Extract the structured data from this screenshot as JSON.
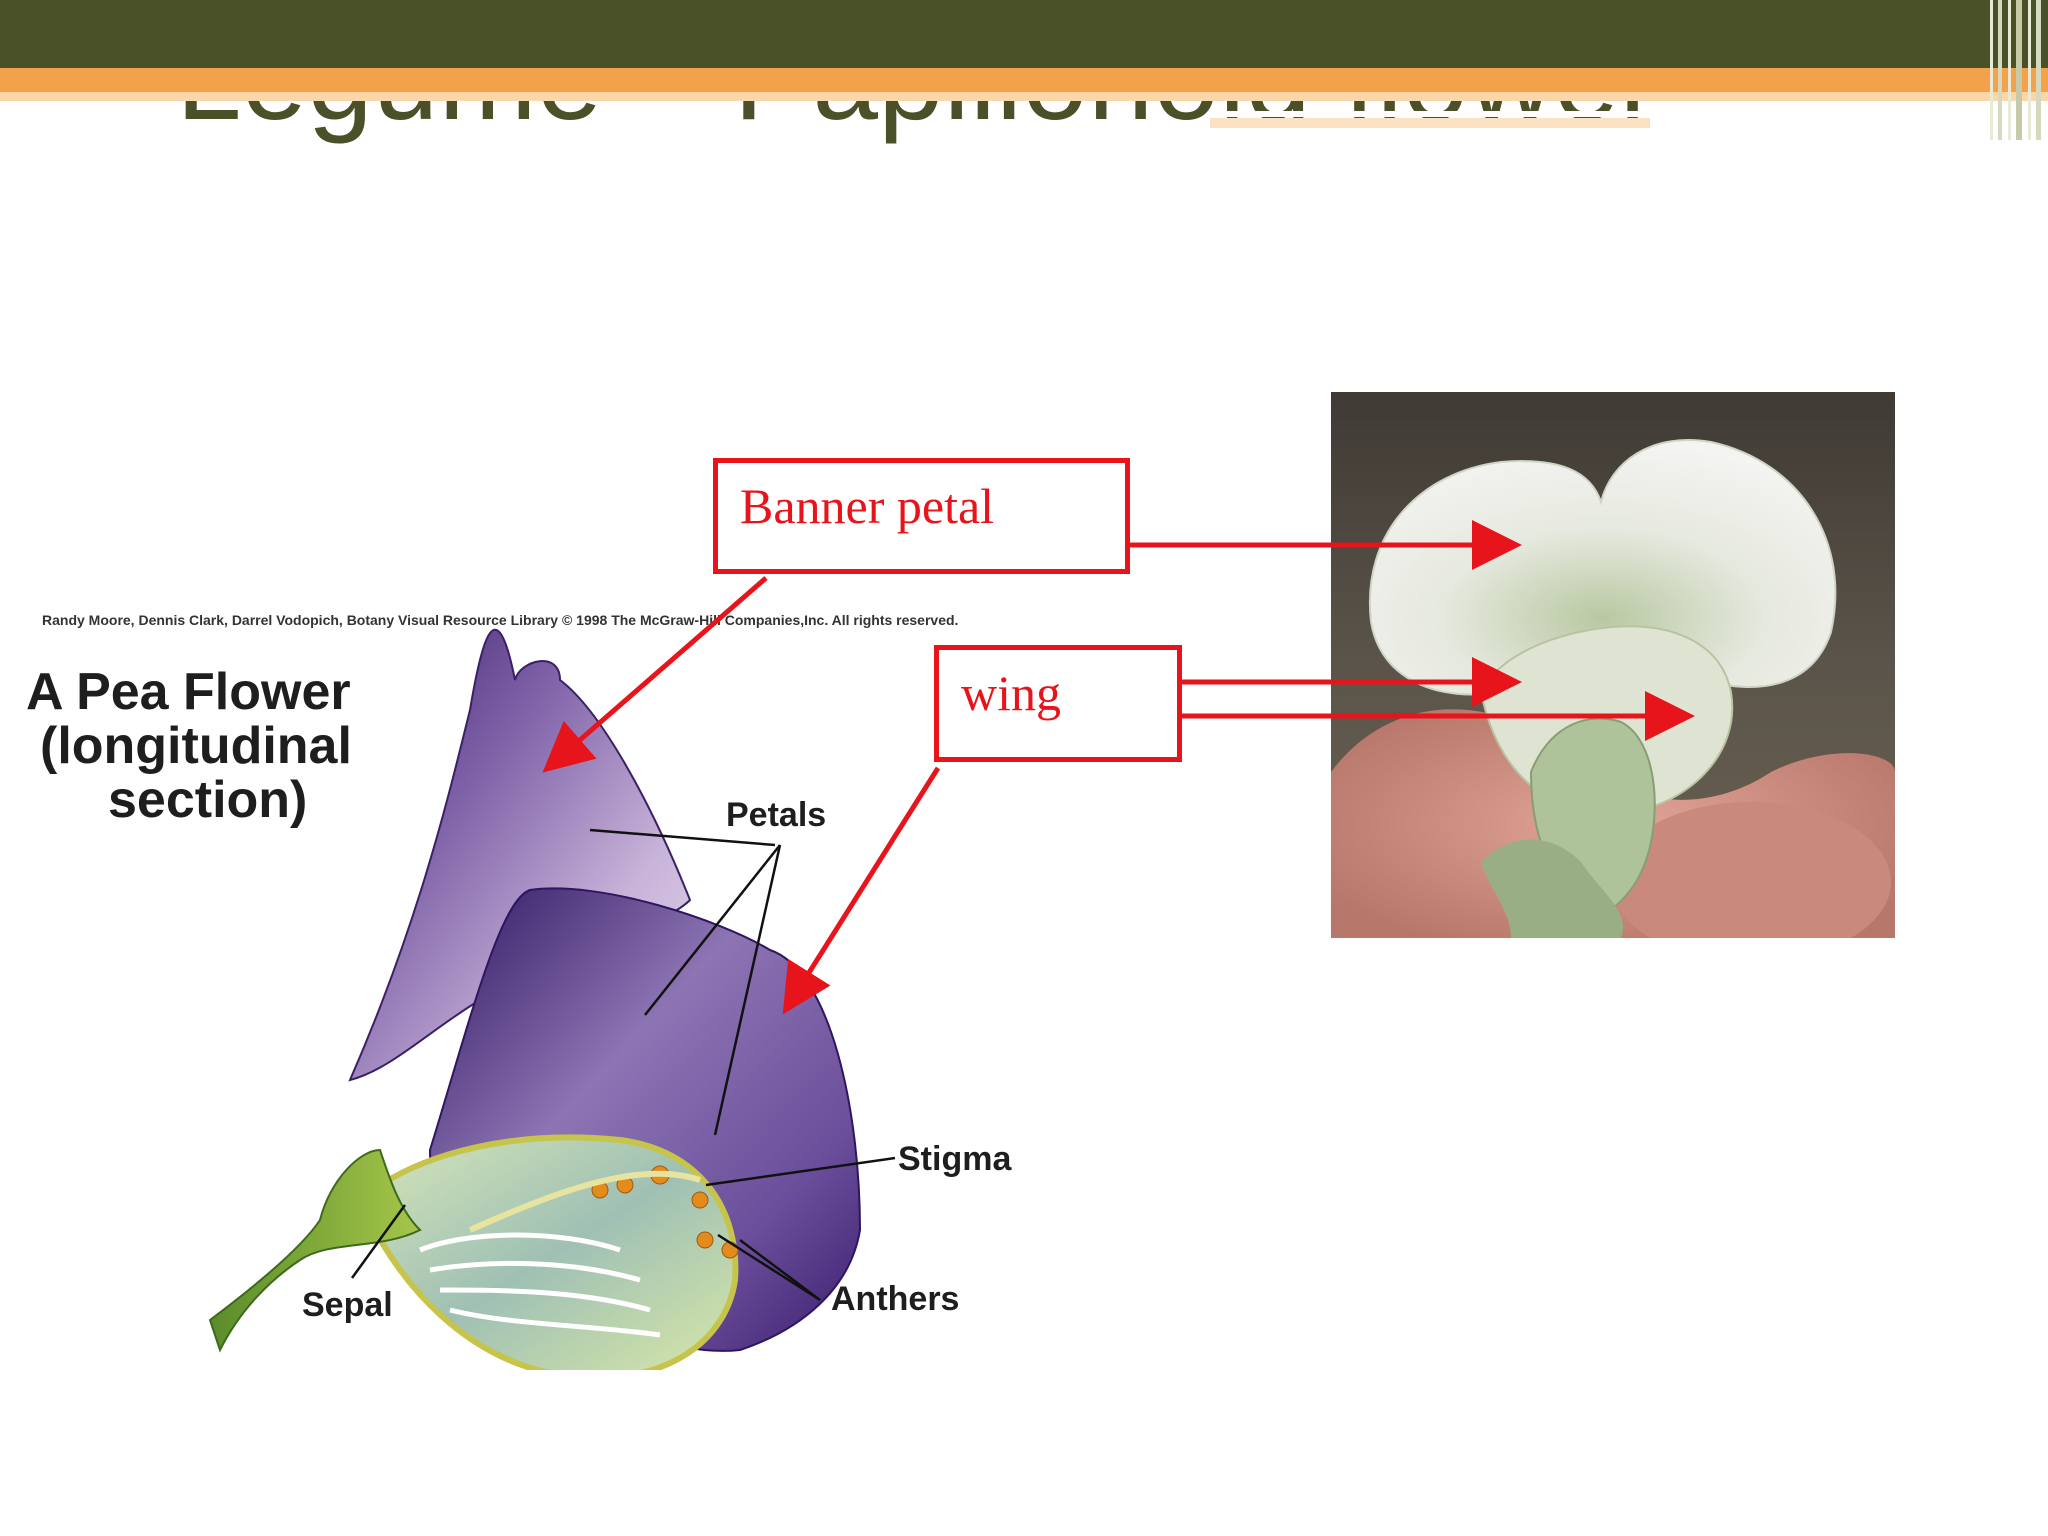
{
  "slide": {
    "title": "Legume – Papilionoid flower",
    "colors": {
      "band": "#4a5028",
      "stripe": "#f2a24a",
      "title": "#4a5028",
      "callout": "#e8141c"
    }
  },
  "diagram": {
    "credit": "Randy Moore, Dennis Clark, Darrel Vodopich, Botany Visual Resource Library © 1998 The McGraw-Hill Companies,Inc. All rights reserved.",
    "heading_line1": "A Pea Flower",
    "heading_line2": "(longitudinal",
    "heading_line3": "section)",
    "labels": {
      "petals": "Petals",
      "stigma": "Stigma",
      "anthers": "Anthers",
      "sepal": "Sepal"
    }
  },
  "callouts": {
    "banner": "Banner petal",
    "wing": "wing"
  },
  "photo": {
    "subject": "white-pea-flower-photo"
  }
}
